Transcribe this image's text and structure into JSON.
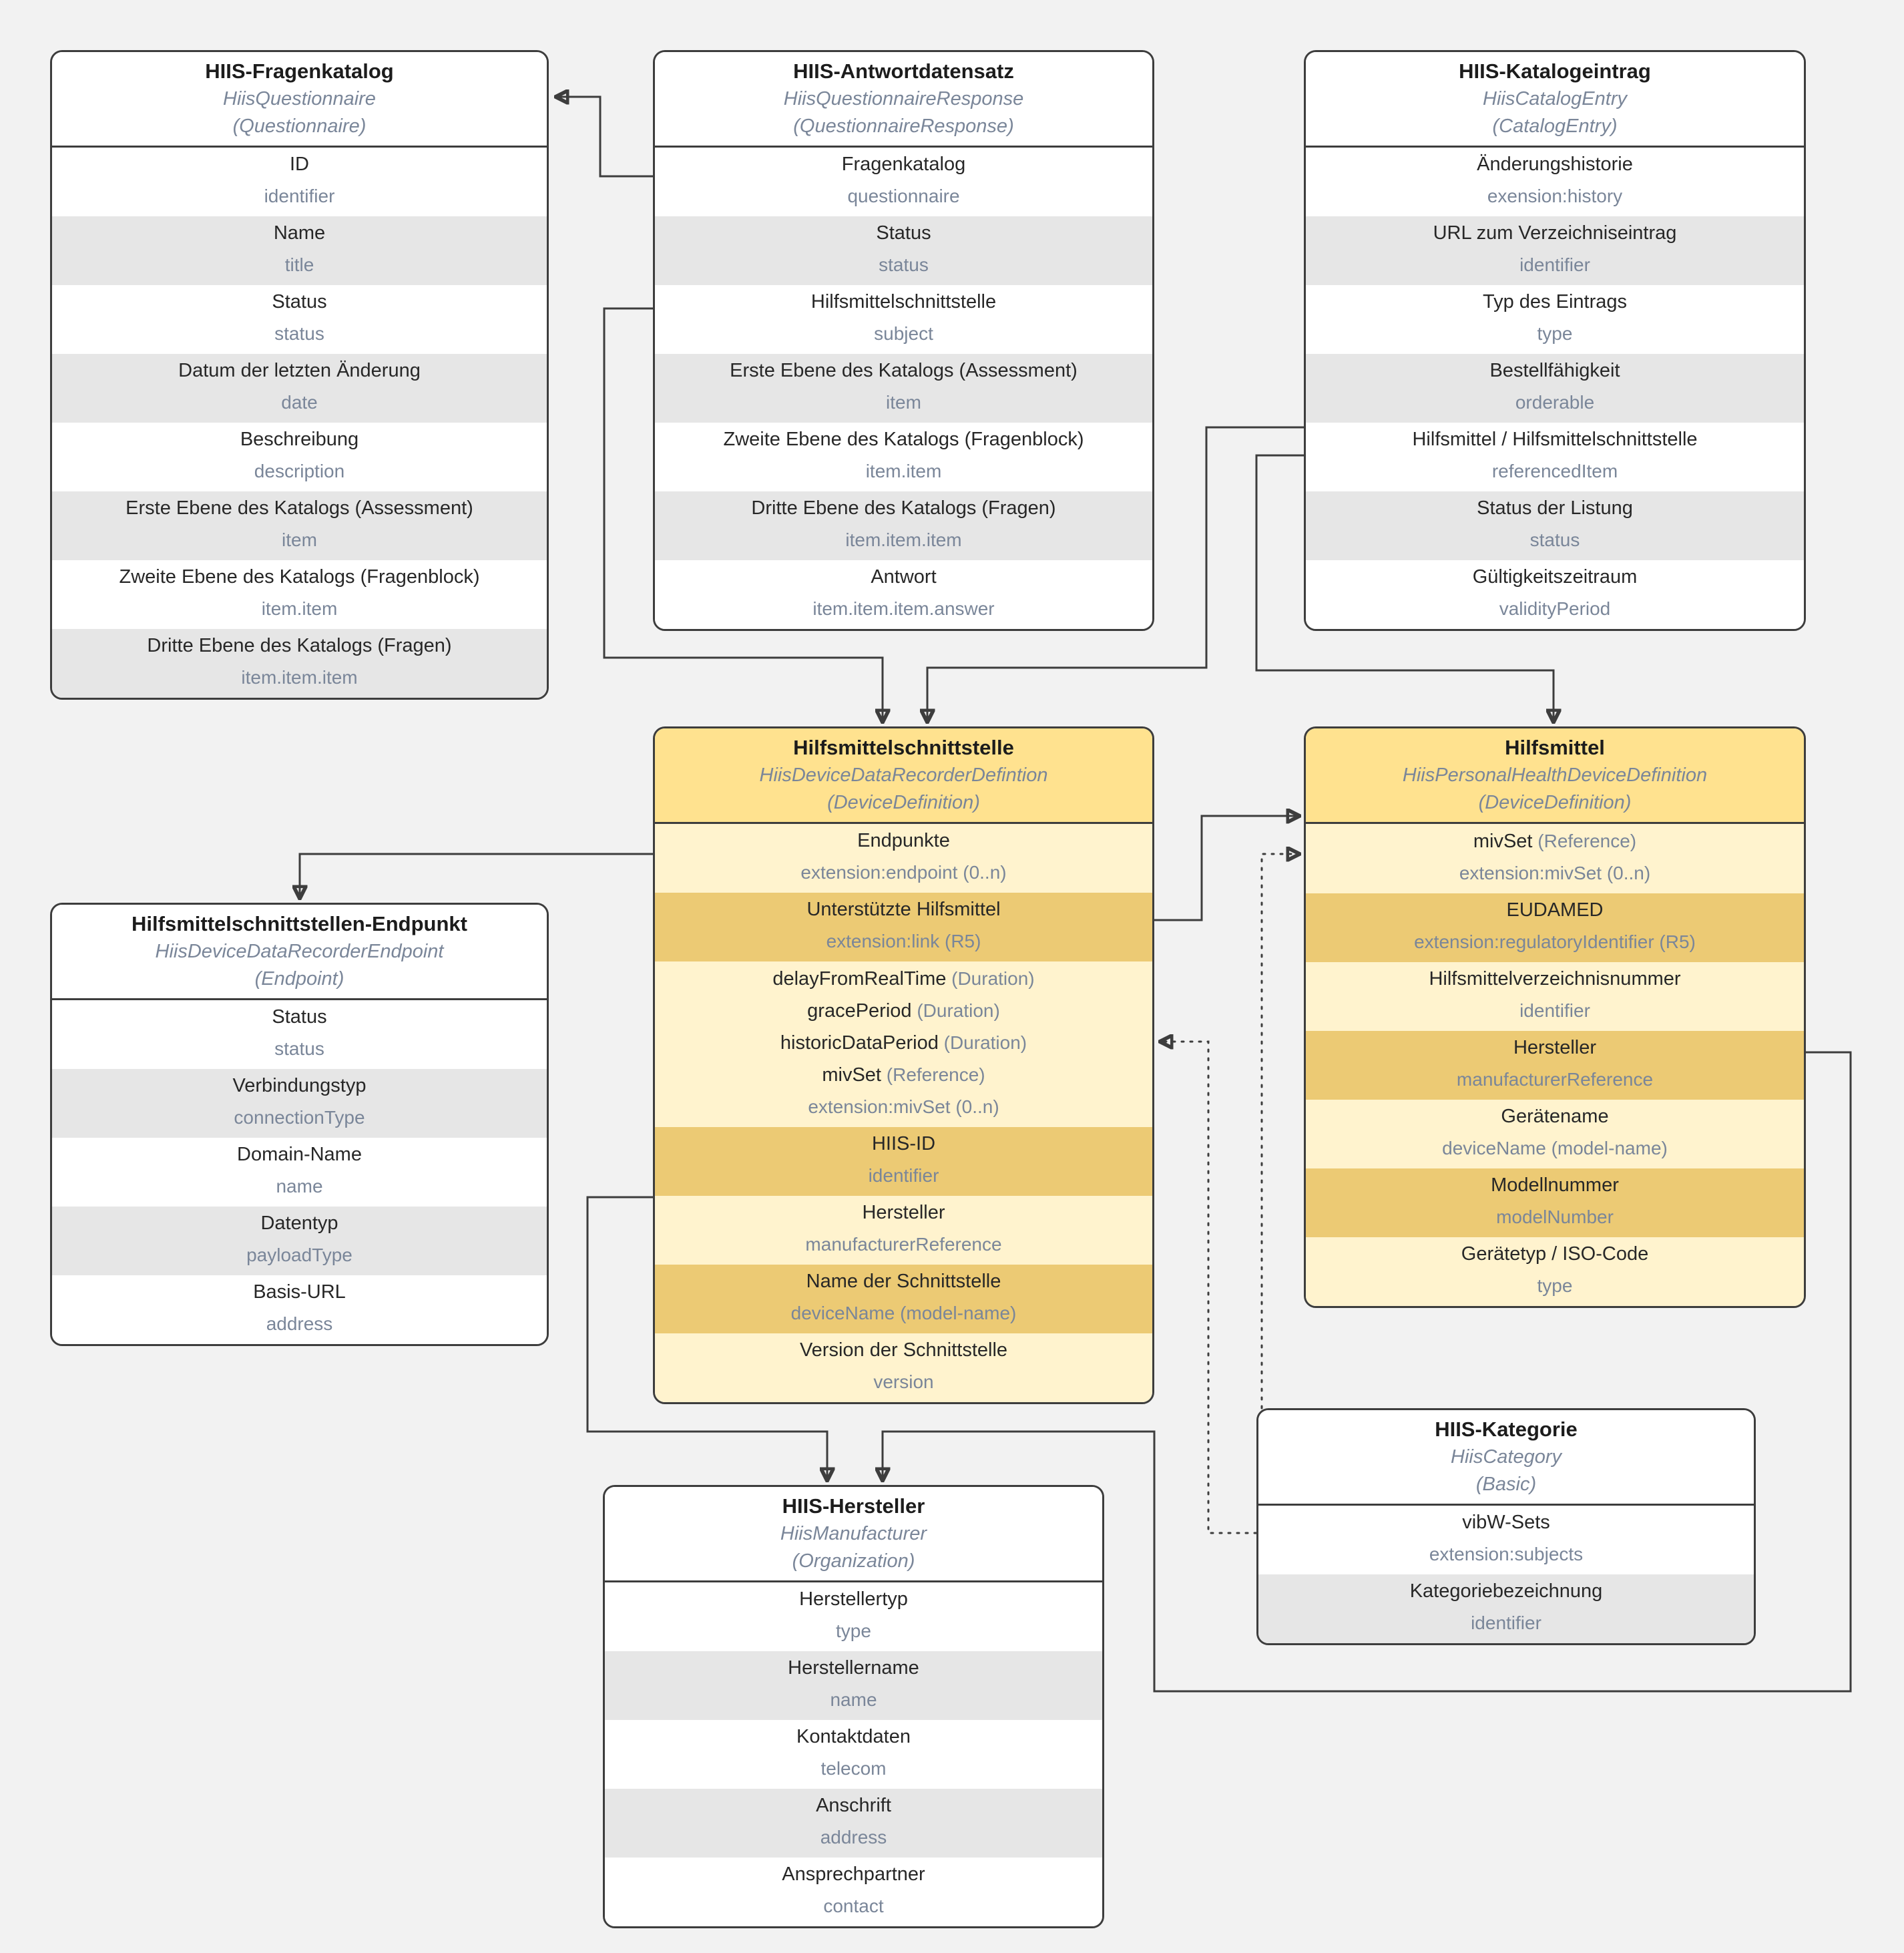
{
  "diagram": {
    "background_color": "#f2f2f2",
    "colors": {
      "border": "#3d3d3d",
      "row_gray": "#e6e6e6",
      "yellow_header": "#ffe28f",
      "yellow_row_light": "#fff3ce",
      "yellow_row_dark": "#ecca74",
      "text_primary": "#272727",
      "text_secondary": "#7a8699"
    }
  },
  "entities": {
    "fragenkatalog": {
      "title": "HIIS-Fragenkatalog",
      "class_name": "HiisQuestionnaire",
      "resource": "(Questionnaire)",
      "rows": [
        {
          "lines": [
            {
              "main": "ID"
            },
            {
              "path": "identifier"
            }
          ]
        },
        {
          "lines": [
            {
              "main": "Name"
            },
            {
              "path": "title"
            }
          ]
        },
        {
          "lines": [
            {
              "main": "Status"
            },
            {
              "path": "status"
            }
          ]
        },
        {
          "lines": [
            {
              "main": "Datum der letzten Änderung"
            },
            {
              "path": "date"
            }
          ]
        },
        {
          "lines": [
            {
              "main": "Beschreibung"
            },
            {
              "path": "description"
            }
          ]
        },
        {
          "lines": [
            {
              "main": "Erste Ebene des Katalogs (Assessment)"
            },
            {
              "path": "item"
            }
          ]
        },
        {
          "lines": [
            {
              "main": "Zweite Ebene des Katalogs (Fragenblock)"
            },
            {
              "path": "item.item"
            }
          ]
        },
        {
          "lines": [
            {
              "main": "Dritte Ebene des Katalogs (Fragen)"
            },
            {
              "path": "item.item.item"
            }
          ]
        }
      ]
    },
    "antwortdatensatz": {
      "title": "HIIS-Antwortdatensatz",
      "class_name": "HiisQuestionnaireResponse",
      "resource": "(QuestionnaireResponse)",
      "rows": [
        {
          "lines": [
            {
              "main": "Fragenkatalog"
            },
            {
              "path": "questionnaire"
            }
          ]
        },
        {
          "lines": [
            {
              "main": "Status"
            },
            {
              "path": "status"
            }
          ]
        },
        {
          "lines": [
            {
              "main": "Hilfsmittelschnittstelle"
            },
            {
              "path": "subject"
            }
          ]
        },
        {
          "lines": [
            {
              "main": "Erste Ebene des Katalogs (Assessment)"
            },
            {
              "path": "item"
            }
          ]
        },
        {
          "lines": [
            {
              "main": "Zweite Ebene des Katalogs (Fragenblock)"
            },
            {
              "path": "item.item"
            }
          ]
        },
        {
          "lines": [
            {
              "main": "Dritte Ebene des Katalogs (Fragen)"
            },
            {
              "path": "item.item.item"
            }
          ]
        },
        {
          "lines": [
            {
              "main": "Antwort"
            },
            {
              "path": "item.item.item.answer"
            }
          ]
        }
      ]
    },
    "katalogeintrag": {
      "title": "HIIS-Katalogeintrag",
      "class_name": "HiisCatalogEntry",
      "resource": "(CatalogEntry)",
      "rows": [
        {
          "lines": [
            {
              "main": "Änderungshistorie"
            },
            {
              "path": "exension:history"
            }
          ]
        },
        {
          "lines": [
            {
              "main": "URL zum Verzeichniseintrag"
            },
            {
              "path": "identifier"
            }
          ]
        },
        {
          "lines": [
            {
              "main": "Typ des Eintrags"
            },
            {
              "path": "type"
            }
          ]
        },
        {
          "lines": [
            {
              "main": "Bestellfähigkeit"
            },
            {
              "path": "orderable"
            }
          ]
        },
        {
          "lines": [
            {
              "main": "Hilfsmittel / Hilfsmittelschnittstelle"
            },
            {
              "path": "referencedItem"
            }
          ]
        },
        {
          "lines": [
            {
              "main": "Status der Listung"
            },
            {
              "path": "status"
            }
          ]
        },
        {
          "lines": [
            {
              "main": "Gültigkeitszeitraum"
            },
            {
              "path": "validityPeriod"
            }
          ]
        }
      ]
    },
    "schnittstelle": {
      "title": "Hilfsmittelschnittstelle",
      "class_name": "HiisDeviceDataRecorderDefintion",
      "resource": "(DeviceDefinition)",
      "rows": [
        {
          "lines": [
            {
              "main": "Endpunkte"
            },
            {
              "path": "extension:endpoint (0..n)"
            }
          ]
        },
        {
          "lines": [
            {
              "main": "Unterstützte Hilfsmittel"
            },
            {
              "path": "extension:link (R5)"
            }
          ]
        },
        {
          "lines": [
            {
              "main": "delayFromRealTime",
              "paren": "(Duration)"
            },
            {
              "main": "gracePeriod",
              "paren": "(Duration)"
            },
            {
              "main": "historicDataPeriod",
              "paren": "(Duration)"
            },
            {
              "main": "mivSet",
              "paren": "(Reference)"
            },
            {
              "path": "extension:mivSet (0..n)"
            }
          ]
        },
        {
          "lines": [
            {
              "main": "HIIS-ID"
            },
            {
              "path": "identifier"
            }
          ]
        },
        {
          "lines": [
            {
              "main": "Hersteller"
            },
            {
              "path": "manufacturerReference"
            }
          ]
        },
        {
          "lines": [
            {
              "main": "Name der Schnittstelle"
            },
            {
              "path": "deviceName (model-name)"
            }
          ]
        },
        {
          "lines": [
            {
              "main": "Version der Schnittstelle"
            },
            {
              "path": "version"
            }
          ]
        }
      ]
    },
    "hilfsmittel": {
      "title": "Hilfsmittel",
      "class_name": "HiisPersonalHealthDeviceDefinition",
      "resource": "(DeviceDefinition)",
      "rows": [
        {
          "lines": [
            {
              "main": "mivSet",
              "paren": "(Reference)"
            },
            {
              "path": "extension:mivSet (0..n)"
            }
          ]
        },
        {
          "lines": [
            {
              "main": "EUDAMED"
            },
            {
              "path": "extension:regulatoryIdentifier (R5)"
            }
          ]
        },
        {
          "lines": [
            {
              "main": "Hilfsmittelverzeichnisnummer"
            },
            {
              "path": "identifier"
            }
          ]
        },
        {
          "lines": [
            {
              "main": "Hersteller"
            },
            {
              "path": "manufacturerReference"
            }
          ]
        },
        {
          "lines": [
            {
              "main": "Gerätename"
            },
            {
              "path": "deviceName (model-name)"
            }
          ]
        },
        {
          "lines": [
            {
              "main": "Modellnummer"
            },
            {
              "path": "modelNumber"
            }
          ]
        },
        {
          "lines": [
            {
              "main": "Gerätetyp / ISO-Code"
            },
            {
              "path": "type"
            }
          ]
        }
      ]
    },
    "endpunkt": {
      "title": "Hilfsmittelschnittstellen-Endpunkt",
      "class_name": "HiisDeviceDataRecorderEndpoint",
      "resource": "(Endpoint)",
      "rows": [
        {
          "lines": [
            {
              "main": "Status"
            },
            {
              "path": "status"
            }
          ]
        },
        {
          "lines": [
            {
              "main": "Verbindungstyp"
            },
            {
              "path": "connectionType"
            }
          ]
        },
        {
          "lines": [
            {
              "main": "Domain-Name"
            },
            {
              "path": "name"
            }
          ]
        },
        {
          "lines": [
            {
              "main": "Datentyp"
            },
            {
              "path": "payloadType"
            }
          ]
        },
        {
          "lines": [
            {
              "main": "Basis-URL"
            },
            {
              "path": "address"
            }
          ]
        }
      ]
    },
    "hersteller": {
      "title": "HIIS-Hersteller",
      "class_name": "HiisManufacturer",
      "resource": "(Organization)",
      "rows": [
        {
          "lines": [
            {
              "main": "Herstellertyp"
            },
            {
              "path": "type"
            }
          ]
        },
        {
          "lines": [
            {
              "main": "Herstellername"
            },
            {
              "path": "name"
            }
          ]
        },
        {
          "lines": [
            {
              "main": "Kontaktdaten"
            },
            {
              "path": "telecom"
            }
          ]
        },
        {
          "lines": [
            {
              "main": "Anschrift"
            },
            {
              "path": "address"
            }
          ]
        },
        {
          "lines": [
            {
              "main": "Ansprechpartner"
            },
            {
              "path": "contact"
            }
          ]
        }
      ]
    },
    "kategorie": {
      "title": "HIIS-Kategorie",
      "class_name": "HiisCategory",
      "resource": "(Basic)",
      "rows": [
        {
          "lines": [
            {
              "main": "vibW-Sets"
            },
            {
              "path": "extension:subjects"
            }
          ]
        },
        {
          "lines": [
            {
              "main": "Kategoriebezeichnung"
            },
            {
              "path": "identifier"
            }
          ]
        }
      ]
    }
  },
  "connections": [
    {
      "from": "HIIS-Antwortdatensatz.Fragenkatalog",
      "to": "HIIS-Fragenkatalog",
      "style": "solid"
    },
    {
      "from": "HIIS-Antwortdatensatz.Hilfsmittelschnittstelle",
      "to": "Hilfsmittelschnittstelle",
      "style": "solid"
    },
    {
      "from": "HIIS-Katalogeintrag.referencedItem",
      "to": "Hilfsmittelschnittstelle",
      "style": "solid"
    },
    {
      "from": "HIIS-Katalogeintrag.referencedItem",
      "to": "Hilfsmittel",
      "style": "solid"
    },
    {
      "from": "Hilfsmittelschnittstelle.Endpunkte",
      "to": "Hilfsmittelschnittstellen-Endpunkt",
      "style": "solid"
    },
    {
      "from": "Hilfsmittelschnittstelle.Unterstützte Hilfsmittel",
      "to": "Hilfsmittel",
      "style": "solid"
    },
    {
      "from": "Hilfsmittelschnittstelle.Hersteller",
      "to": "HIIS-Hersteller",
      "style": "solid"
    },
    {
      "from": "Hilfsmittel.Hersteller",
      "to": "HIIS-Hersteller",
      "style": "solid"
    },
    {
      "from": "HIIS-Kategorie.vibW-Sets",
      "to": "Hilfsmittelschnittstelle.mivSet",
      "style": "dotted"
    },
    {
      "from": "HIIS-Kategorie.vibW-Sets",
      "to": "Hilfsmittel.mivSet",
      "style": "dotted"
    }
  ]
}
